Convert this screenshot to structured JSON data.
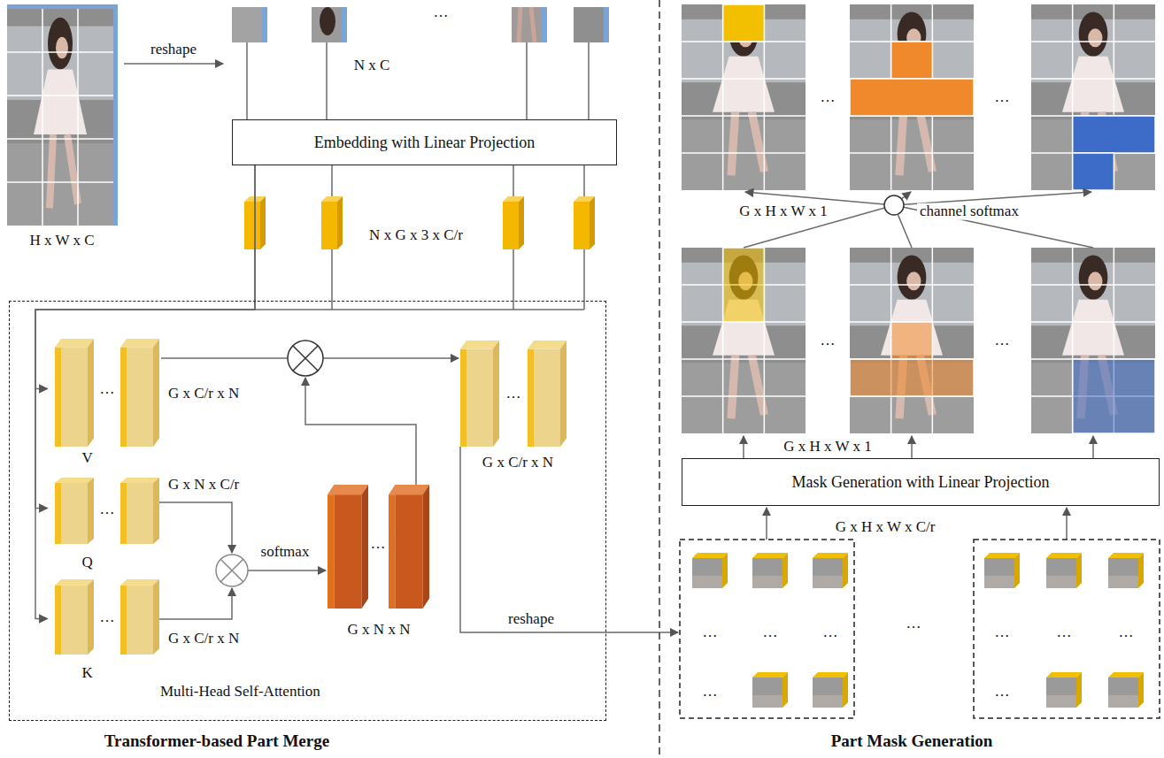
{
  "diagram": {
    "nodes": [
      {
        "text": [
          "Embedding with Linear Projection"
        ]
      },
      {
        "text": [
          "Multi-Head Self-Attention"
        ]
      },
      {
        "text": [
          "V"
        ],
        "in": 1
      },
      {
        "text": [
          "Q"
        ],
        "in": 1
      },
      {
        "text": [
          "K"
        ],
        "in": 1
      },
      {
        "text": [
          "Mask Generation with Linear Projection"
        ]
      }
    ],
    "edges": [
      {
        "from": 0,
        "to": 2,
        "arrow": "to"
      },
      {
        "from": 0,
        "to": 3,
        "arrow": "to"
      },
      {
        "from": 0,
        "to": 4,
        "arrow": "to"
      }
    ],
    "labels": [
      "reshape",
      "N x C",
      "…",
      "N x G x 3 x C/r",
      "H x W x C",
      "G x C/r x N",
      "G x N x C/r",
      "softmax",
      "G x N x N",
      "G x C/r x N",
      "G x C/r x N",
      "reshape",
      "Transformer-based Part Merge",
      "Part Mask Generation",
      "G x H x W x 1",
      "channel softmax",
      "G x H x W x 1",
      "G x H x W x C/r",
      "…",
      "…",
      "…",
      "…",
      "…",
      "…",
      "…",
      "…",
      "…",
      "…",
      "…",
      "…",
      "…",
      "…",
      "…",
      "…",
      "…",
      "…"
    ]
  }
}
